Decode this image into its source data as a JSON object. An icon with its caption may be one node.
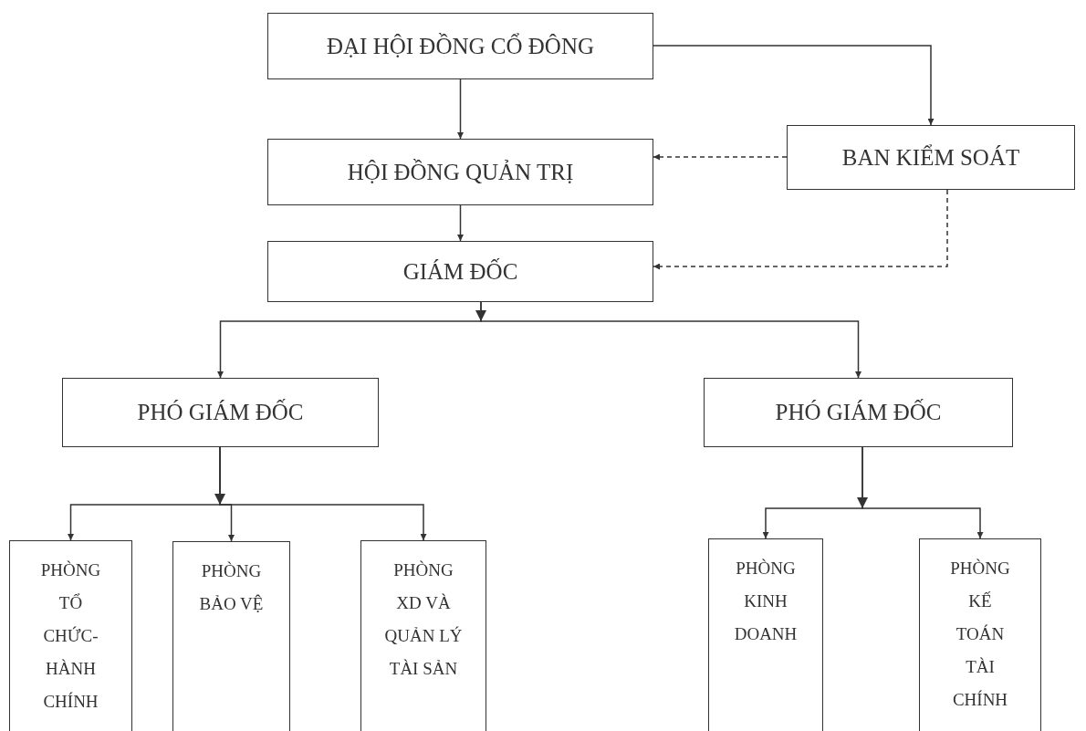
{
  "diagram": {
    "nodes": [
      {
        "text": [
          "ĐẠI HỘI ĐỒNG CỔ ĐÔNG"
        ]
      },
      {
        "text": [
          "HỘI ĐỒNG QUẢN TRỊ"
        ]
      },
      {
        "text": [
          "BAN KIỂM SOÁT"
        ]
      },
      {
        "text": [
          "GIÁM ĐỐC"
        ]
      },
      {
        "text": [
          "PHÓ GIÁM ĐỐC"
        ]
      },
      {
        "text": [
          "PHÓ GIÁM ĐỐC"
        ]
      },
      {
        "text": [
          "PHÒNG TỔ CHỨC- HÀNH CHÍNH"
        ]
      },
      {
        "text": [
          "PHÒNG BẢO VỆ"
        ]
      },
      {
        "text": [
          "PHÒNG XD VÀ QUẢN LÝ TÀI SẢN"
        ]
      },
      {
        "text": [
          "PHÒNG KINH DOANH"
        ]
      },
      {
        "text": [
          "PHÒNG KẾ TOÁN TÀI CHÍNH"
        ]
      }
    ],
    "edges": [
      {
        "from": 0,
        "to": 1,
        "arrow": "to"
      },
      {
        "from": 0,
        "to": 2,
        "arrow": "to"
      },
      {
        "from": 2,
        "to": 1,
        "arrow": "to",
        "style": "dashed"
      },
      {
        "from": 2,
        "to": 3,
        "arrow": "to",
        "style": "dashed"
      },
      {
        "from": 1,
        "to": 3,
        "arrow": "to"
      },
      {
        "from": 3,
        "to": 4,
        "arrow": "to"
      },
      {
        "from": 3,
        "to": 5,
        "arrow": "to"
      },
      {
        "from": 4,
        "to": 6,
        "arrow": "to"
      },
      {
        "from": 4,
        "to": 7,
        "arrow": "to"
      },
      {
        "from": 4,
        "to": 8,
        "arrow": "to"
      },
      {
        "from": 5,
        "to": 9,
        "arrow": "to"
      },
      {
        "from": 5,
        "to": 10,
        "arrow": "to"
      }
    ]
  }
}
